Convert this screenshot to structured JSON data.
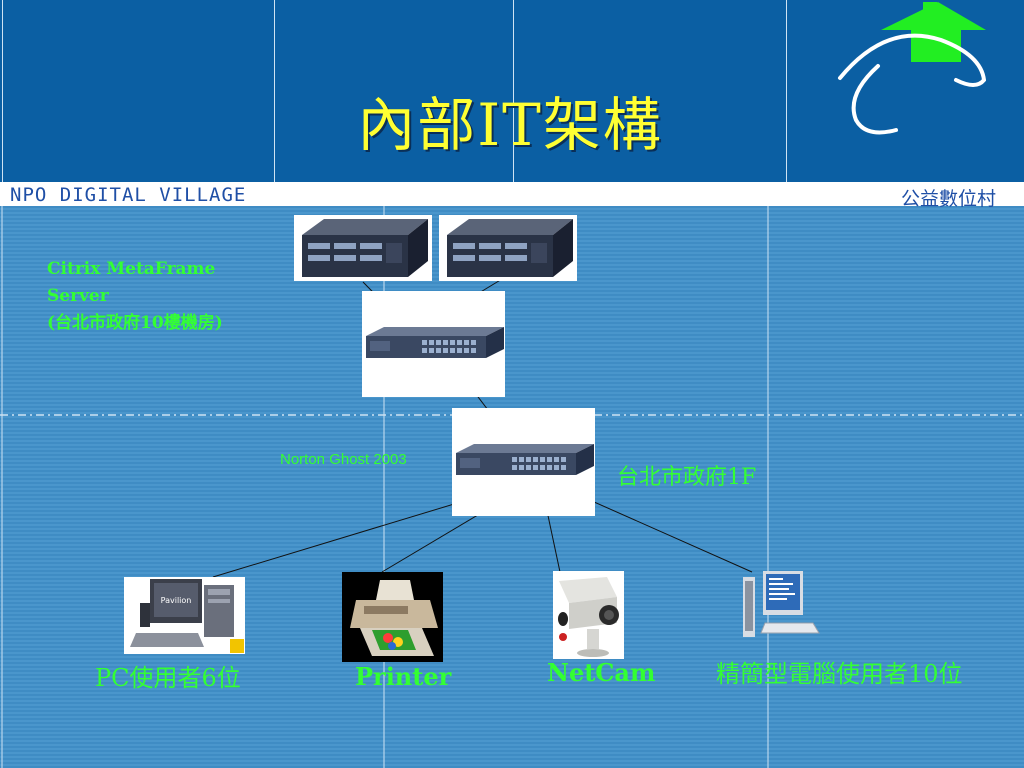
{
  "header": {
    "title": "內部IT架構",
    "brand_left": "NPO DIGITAL VILLAGE",
    "brand_right": "公益數位村"
  },
  "labels": {
    "server_line1": "Citrix MetaFrame",
    "server_line2": "Server",
    "server_line3": "(台北市政府10樓機房)",
    "ghost": "Norton Ghost 2003",
    "floor": "台北市政府1F",
    "pc_users": "PC使用者6位",
    "printer": "Printer",
    "netcam": "NetCam",
    "thin_client_users": "精簡型電腦使用者10位"
  },
  "device_icons": {
    "pc_brand": "Pavilion"
  },
  "colors": {
    "background": "#3f8cc4",
    "title_band": "#0b5fa3",
    "title_text": "#ffff33",
    "label_green": "#33ff33",
    "brand_text": "#1f4fa6"
  }
}
